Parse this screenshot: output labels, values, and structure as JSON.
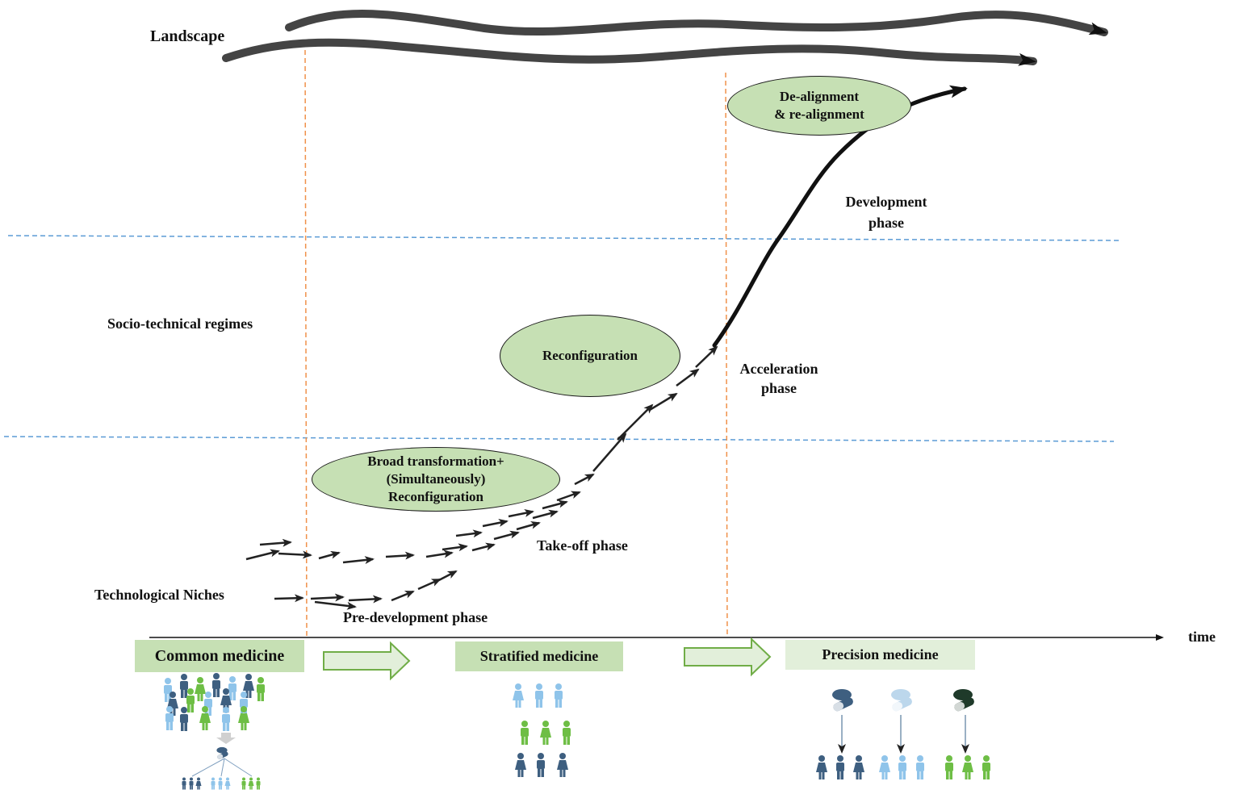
{
  "levels": {
    "landscape": "Landscape",
    "regimes": "Socio-technical regimes",
    "niches": "Technological Niches"
  },
  "phases": {
    "pre_development": "Pre-development phase",
    "take_off": "Take-off phase",
    "acceleration_1": "Acceleration",
    "acceleration_2": "phase",
    "development_1": "Development",
    "development_2": "phase"
  },
  "ellipses": {
    "dealign_1": "De-alignment",
    "dealign_2": "& re-alignment",
    "reconfig": "Reconfiguration",
    "broad_1": "Broad transformation+",
    "broad_2": "(Simultaneously)",
    "broad_3": "Reconfiguration"
  },
  "axis": {
    "time_label": "time"
  },
  "medicine": {
    "common": "Common medicine",
    "stratified": "Stratified medicine",
    "precision": "Precision medicine"
  },
  "colors": {
    "green_fill": "#c6e0b4",
    "dark_blue": "#3e5f80",
    "light_blue": "#8fc4ea",
    "green": "#6ebe45",
    "orange_dash": "#f0914a",
    "blue_dash": "#5b9bd5"
  }
}
